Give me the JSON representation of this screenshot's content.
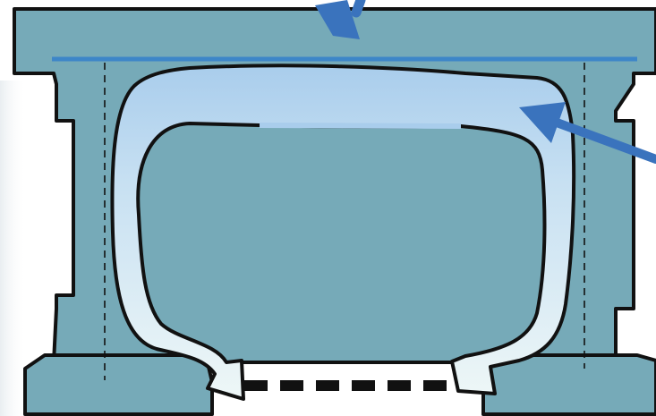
{
  "diagram": {
    "texts": [],
    "colors": {
      "body_fill": "#76aab8",
      "outline": "#111111",
      "top_line": "#3d86c8",
      "arrow_blue": "#3a73bd",
      "flow_top": "#a9cdec",
      "flow_bottom": "#eef7f7",
      "gap_dashes": "#111111",
      "background": "#ffffff",
      "left_fade": "#e9eef1"
    },
    "icons": {
      "main_flow": "curved-flow-arrow",
      "pointer_top": "blue-pointer-arrow-down",
      "pointer_right": "blue-pointer-arrow-left"
    }
  }
}
